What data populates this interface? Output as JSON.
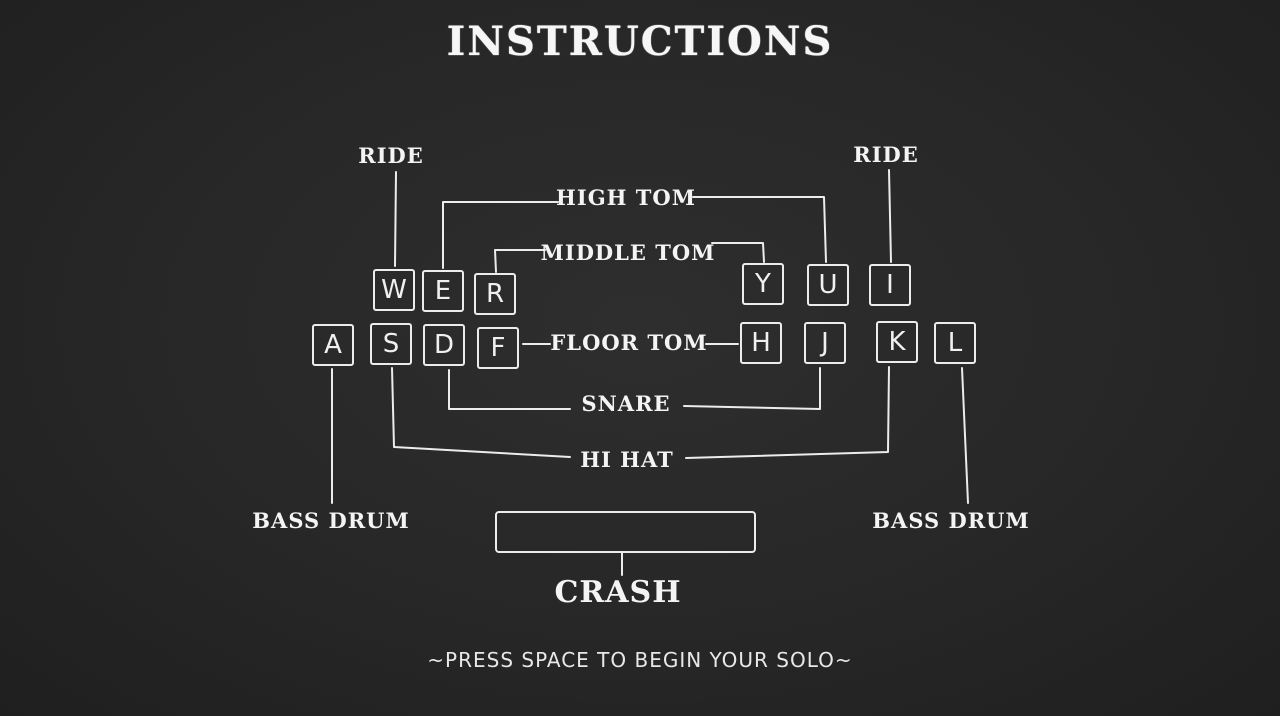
{
  "title": "INSTRUCTIONS",
  "footer": "~PRESS SPACE TO BEGIN YOUR SOLO~",
  "labels": {
    "ride_left": "RIDE",
    "ride_right": "RIDE",
    "high_tom": "HIGH TOM",
    "middle_tom": "MIDDLE TOM",
    "floor_tom": "FLOOR TOM",
    "snare": "SNARE",
    "hi_hat": "HI HAT",
    "bass_drum_left": "BASS DRUM",
    "bass_drum_right": "BASS DRUM",
    "crash": "CRASH"
  },
  "keys": {
    "w": "W",
    "e": "E",
    "r": "R",
    "y": "Y",
    "u": "U",
    "i": "I",
    "a": "A",
    "s": "S",
    "d": "D",
    "f": "F",
    "h": "H",
    "j": "J",
    "k": "K",
    "l": "L"
  },
  "colors": {
    "background": "#262626",
    "chalk": "#ececec"
  }
}
